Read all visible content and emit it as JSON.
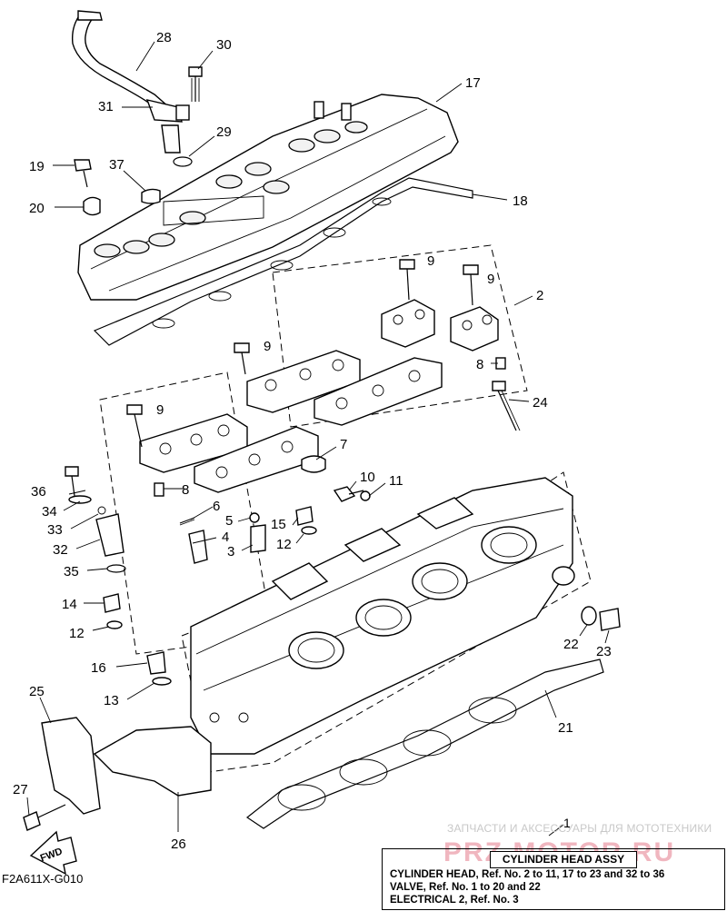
{
  "diagram_code": "F2A611X-G010",
  "watermark_text": "ЗАПЧАСТИ И АКСЕССУАРЫ ДЛЯ МОТОТЕХНИКИ",
  "watermark_logo": "PRZ.MOTOR.RU",
  "fwd_label": "FWD",
  "info": {
    "ref_number": "1",
    "heading": "CYLINDER HEAD ASSY",
    "lines": [
      "CYLINDER HEAD, Ref. No. 2 to 11, 17 to 23 and 32 to 36",
      "VALVE, Ref. No. 1 to 20 and 22",
      "ELECTRICAL 2, Ref. No. 3"
    ]
  },
  "callouts": [
    "2",
    "3",
    "4",
    "5",
    "6",
    "7",
    "8",
    "8",
    "9",
    "9",
    "9",
    "9",
    "10",
    "11",
    "12",
    "12",
    "13",
    "14",
    "15",
    "16",
    "17",
    "18",
    "19",
    "20",
    "21",
    "22",
    "23",
    "24",
    "25",
    "26",
    "27",
    "28",
    "29",
    "30",
    "31",
    "32",
    "33",
    "34",
    "35",
    "36",
    "37"
  ]
}
